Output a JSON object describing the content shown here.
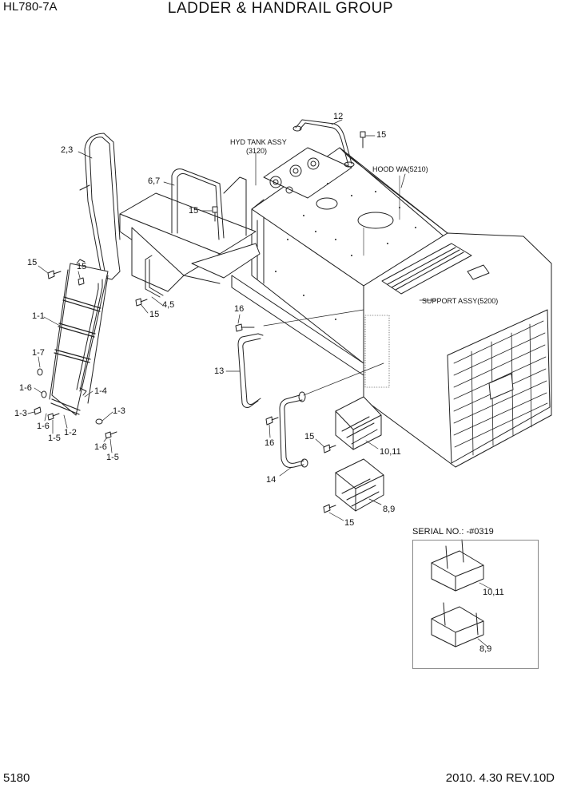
{
  "header": {
    "model": "HL780-7A",
    "title": "LADDER & HANDRAIL GROUP"
  },
  "footer": {
    "page_number": "5180",
    "revision": "2010. 4.30  REV.10D"
  },
  "notes": {
    "hyd_tank_assy": "HYD TANK ASSY",
    "hyd_tank_code": "(3120)",
    "hood_wa": "HOOD WA(5210)",
    "support_assy": "SUPPORT ASSY(5200)",
    "serial_no": "SERIAL NO.: -#0319"
  },
  "callouts": {
    "c_2_3": "2,3",
    "c_12": "12",
    "c_15_top": "15",
    "c_6_7": "6,7",
    "c_15_mid": "15",
    "c_15_left": "15",
    "c_15_ladder": "15",
    "c_4_5": "4,5",
    "c_15_bracket": "15",
    "c_16_top": "16",
    "c_1_1": "1-1",
    "c_1_7": "1-7",
    "c_1_6a": "1-6",
    "c_1_4": "1-4",
    "c_1_3a": "1-3",
    "c_1_6b": "1-6",
    "c_1_5a": "1-5",
    "c_1_2": "1-2",
    "c_1_3b": "1-3",
    "c_1_6c": "1-6",
    "c_1_5b": "1-5",
    "c_13": "13",
    "c_16_bot": "16",
    "c_14": "14",
    "c_15_step_a": "15",
    "c_10_11": "10,11",
    "c_15_step_b": "15",
    "c_8_9": "8,9",
    "c_10_11_serial": "10,11",
    "c_8_9_serial": "8,9"
  }
}
